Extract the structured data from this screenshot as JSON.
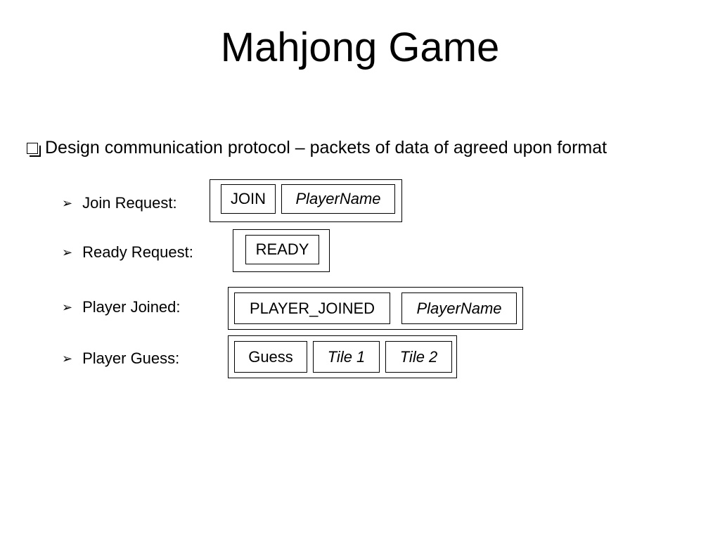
{
  "slide": {
    "title": "Mahjong Game",
    "main_bullet": "Design communication protocol – packets of data of agreed upon format",
    "packets": [
      {
        "label": "Join Request:",
        "fields": [
          {
            "text": "JOIN",
            "italic": false
          },
          {
            "text": "PlayerName",
            "italic": true
          }
        ]
      },
      {
        "label": "Ready Request:",
        "fields": [
          {
            "text": "READY",
            "italic": false
          }
        ]
      },
      {
        "label": "Player Joined:",
        "fields": [
          {
            "text": "PLAYER_JOINED",
            "italic": false
          },
          {
            "text": "PlayerName",
            "italic": true
          }
        ]
      },
      {
        "label": "Player Guess:",
        "fields": [
          {
            "text": "Guess",
            "italic": false
          },
          {
            "text": "Tile 1",
            "italic": true
          },
          {
            "text": "Tile 2",
            "italic": true
          }
        ]
      }
    ]
  }
}
